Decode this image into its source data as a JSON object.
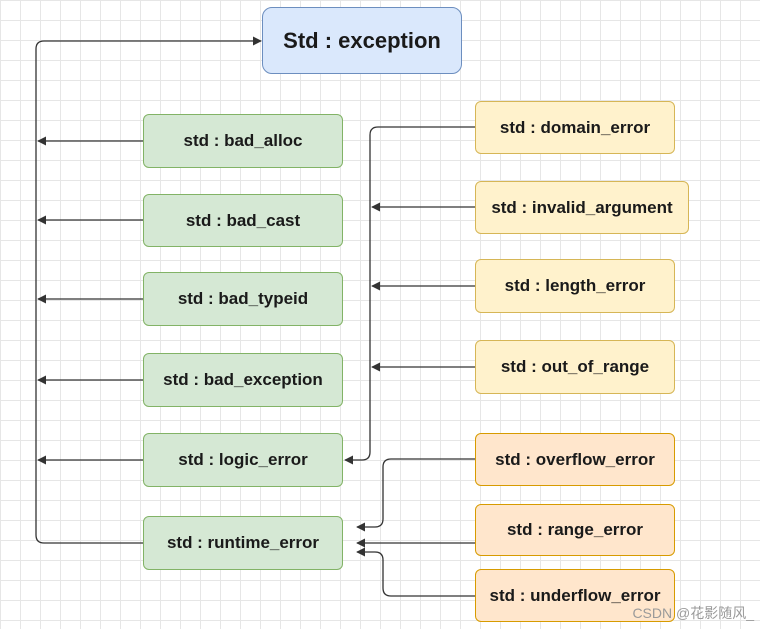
{
  "diagram": {
    "colors": {
      "root_fill": "#dae8fc",
      "root_border": "#6c8ebf",
      "green_fill": "#d5e8d4",
      "green_border": "#82b366",
      "yellow_fill": "#fff2cc",
      "yellow_border": "#d6b656",
      "orange_fill": "#ffe6cc",
      "orange_border": "#d79b00",
      "edge": "#333333"
    },
    "nodes": {
      "exception": "Std : exception",
      "bad_alloc": "std : bad_alloc",
      "bad_cast": "std : bad_cast",
      "bad_typeid": "std : bad_typeid",
      "bad_exception": "std : bad_exception",
      "logic_error": "std : logic_error",
      "runtime_error": "std : runtime_error",
      "domain_error": "std : domain_error",
      "invalid_argument": "std : invalid_argument",
      "length_error": "std : length_error",
      "out_of_range": "std : out_of_range",
      "overflow_error": "std : overflow_error",
      "range_error": "std : range_error",
      "underflow_error": "std : underflow_error"
    },
    "edges": [
      {
        "from": "bad_alloc",
        "to": "exception"
      },
      {
        "from": "bad_cast",
        "to": "exception"
      },
      {
        "from": "bad_typeid",
        "to": "exception"
      },
      {
        "from": "bad_exception",
        "to": "exception"
      },
      {
        "from": "logic_error",
        "to": "exception"
      },
      {
        "from": "runtime_error",
        "to": "exception"
      },
      {
        "from": "domain_error",
        "to": "logic_error"
      },
      {
        "from": "invalid_argument",
        "to": "logic_error"
      },
      {
        "from": "length_error",
        "to": "logic_error"
      },
      {
        "from": "out_of_range",
        "to": "logic_error"
      },
      {
        "from": "overflow_error",
        "to": "runtime_error"
      },
      {
        "from": "range_error",
        "to": "runtime_error"
      },
      {
        "from": "underflow_error",
        "to": "runtime_error"
      }
    ]
  },
  "watermark": "CSDN @花影随风_"
}
